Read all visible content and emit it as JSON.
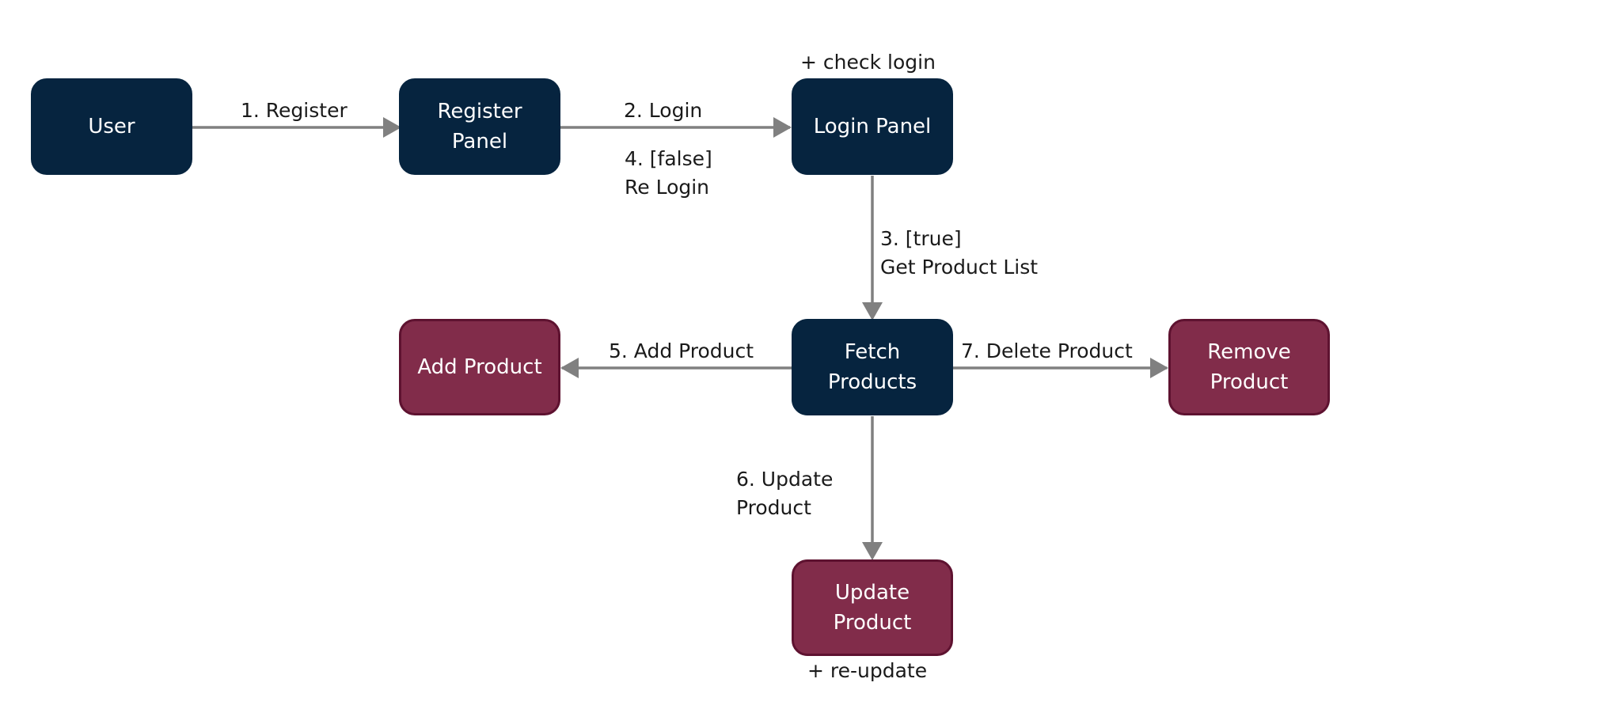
{
  "colors": {
    "primary_node": "#06243f",
    "secondary_node": "#812c4a",
    "secondary_border": "#5e1230",
    "connector": "#808080",
    "text": "#1a1a1a"
  },
  "nodes": {
    "user": "User",
    "register_panel": "Register\nPanel",
    "login_panel": "Login Panel",
    "fetch_products": "Fetch\nProducts",
    "add_product": "Add Product",
    "remove_product": "Remove\nProduct",
    "update_product": "Update\nProduct"
  },
  "edges": {
    "register": "1. Register",
    "login": "2. Login",
    "true_get_list": "3. [true]\nGet Product List",
    "false_relogin": "4. [false]\nRe Login",
    "add_product": "5. Add Product",
    "update_product": "6. Update\nProduct",
    "delete_product": "7. Delete Product"
  },
  "annotations": {
    "check_login": "+ check login",
    "re_update": "+ re-update"
  }
}
